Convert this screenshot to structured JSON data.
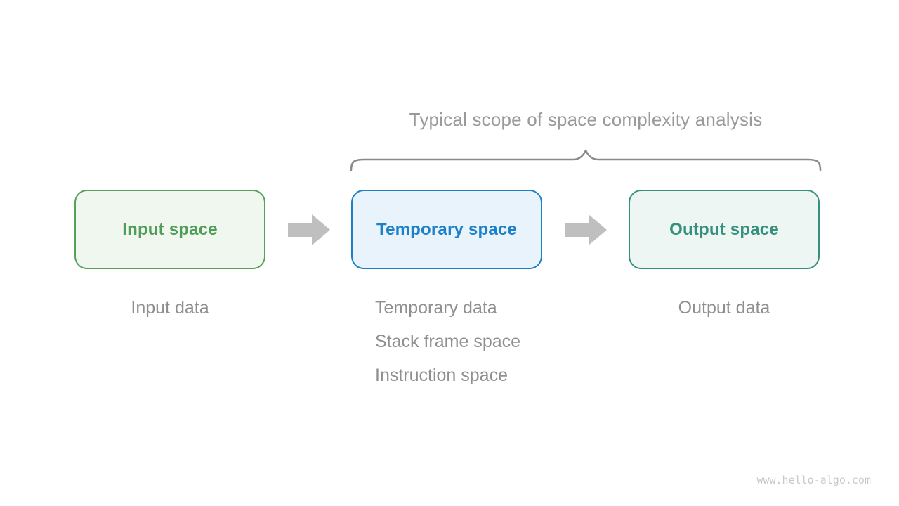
{
  "page": {
    "background": "#ffffff",
    "watermark": "www.hello-algo.com",
    "watermark_color": "#c9c9c9"
  },
  "title": {
    "text": "Typical scope of space complexity analysis",
    "color": "#9a9a9a"
  },
  "brace": {
    "color": "#8a8a8a"
  },
  "arrows": {
    "color": "#bfbfbf",
    "right_arrow_1": "right-arrow",
    "right_arrow_2": "right-arrow"
  },
  "boxes": [
    {
      "label": "Input space",
      "text_color": "#4f9d57",
      "border_color": "#55a05a",
      "fill": "#f0f7ef"
    },
    {
      "label": "Temporary space",
      "text_color": "#1b80c8",
      "border_color": "#1b80c8",
      "fill": "#e9f3fc"
    },
    {
      "label": "Output space",
      "text_color": "#35907e",
      "border_color": "#35907e",
      "fill": "#edf6f2"
    }
  ],
  "notes": {
    "color": "#8f8f8f",
    "input": "Input data",
    "temporary_0": "Temporary data",
    "temporary_1": "Stack frame space",
    "temporary_2": "Instruction space",
    "output": "Output data"
  }
}
